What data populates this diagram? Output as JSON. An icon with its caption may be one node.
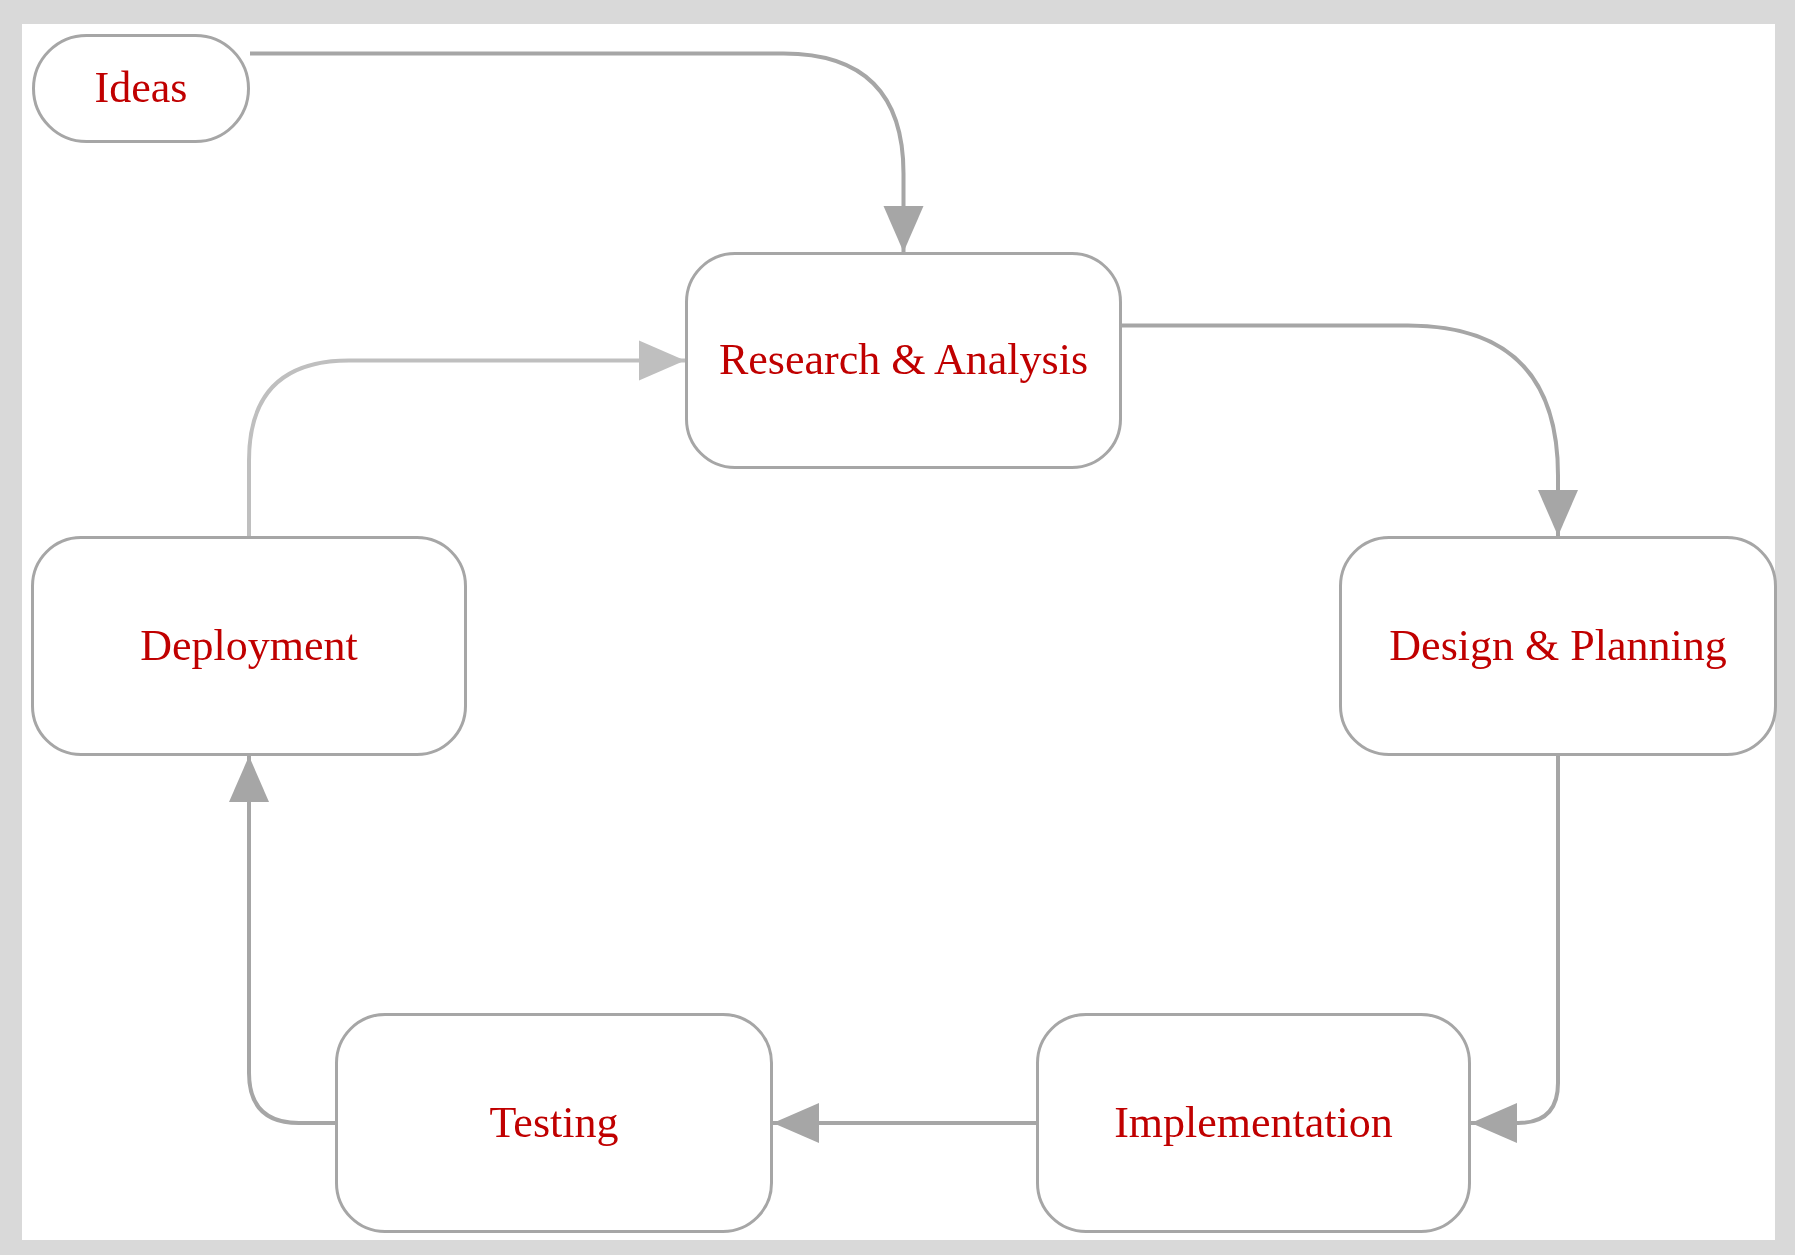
{
  "diagram": {
    "nodes": [
      {
        "text": [
          "Ideas"
        ]
      },
      {
        "text": [
          "Research & Analysis"
        ]
      },
      {
        "text": [
          "Design & Planning"
        ]
      },
      {
        "text": [
          "Implementation"
        ]
      },
      {
        "text": [
          "Testing"
        ]
      },
      {
        "text": [
          "Deployment"
        ]
      }
    ],
    "edges": [
      {
        "from": 0,
        "to": 1,
        "arrow": "to"
      },
      {
        "from": 1,
        "to": 2,
        "arrow": "to"
      },
      {
        "from": 2,
        "to": 3,
        "arrow": "to"
      },
      {
        "from": 3,
        "to": 4,
        "arrow": "to"
      },
      {
        "from": 4,
        "to": 5,
        "arrow": "to"
      },
      {
        "from": 5,
        "to": 1,
        "arrow": "to",
        "color": "#bfbfbf"
      }
    ]
  }
}
